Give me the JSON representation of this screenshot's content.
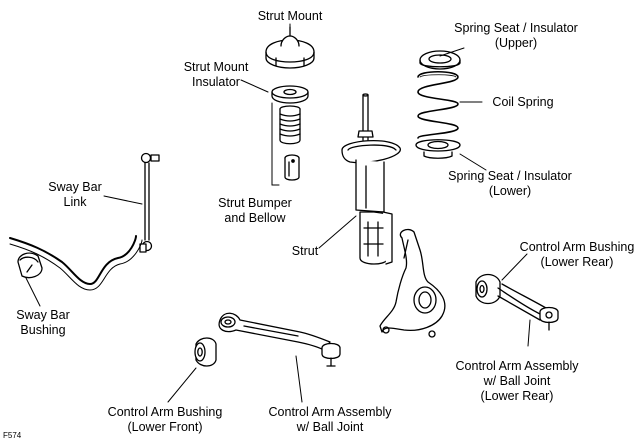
{
  "labels": {
    "strut_mount": [
      "Strut Mount"
    ],
    "strut_mount_insulator": [
      "Strut Mount",
      "Insulator"
    ],
    "spring_seat_upper": [
      "Spring Seat / Insulator",
      "(Upper)"
    ],
    "coil_spring": [
      "Coil Spring"
    ],
    "spring_seat_lower": [
      "Spring Seat / Insulator",
      "(Lower)"
    ],
    "sway_bar_link": [
      "Sway Bar",
      "Link"
    ],
    "strut_bumper": [
      "Strut Bumper",
      "and Bellow"
    ],
    "strut": [
      "Strut"
    ],
    "control_arm_bushing_lower_rear": [
      "Control Arm Bushing",
      "(Lower Rear)"
    ],
    "sway_bar_bushing": [
      "Sway Bar",
      "Bushing"
    ],
    "control_arm_assembly_lower_rear": [
      "Control Arm Assembly",
      "w/ Ball Joint",
      "(Lower Rear)"
    ],
    "control_arm_bushing_lower_front": [
      "Control Arm Bushing",
      "(Lower Front)"
    ],
    "control_arm_assembly": [
      "Control Arm Assembly",
      "w/ Ball Joint"
    ]
  },
  "figure_code": "F574",
  "colors": {
    "ink": "#000000",
    "paper": "#ffffff",
    "shade": "#d9d9d9"
  }
}
